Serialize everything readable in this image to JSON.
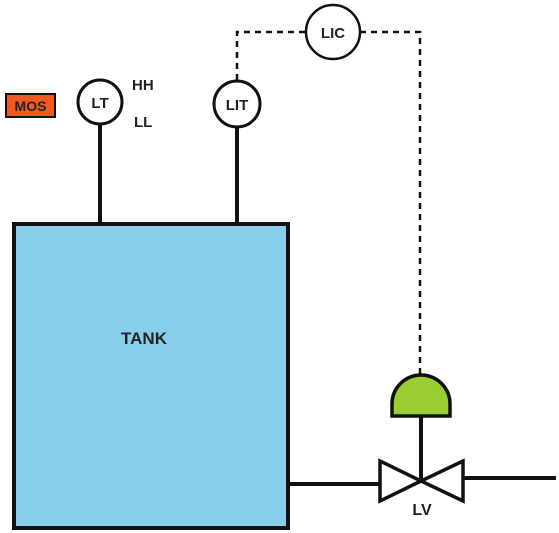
{
  "diagram": {
    "tank_label": "TANK",
    "lt_label": "LT",
    "lit_label": "LIT",
    "lic_label": "LIC",
    "hh_label": "HH",
    "ll_label": "LL",
    "mos_label": "MOS",
    "valve_label": "LV"
  },
  "colors": {
    "tank_fill": "#87CEEB",
    "actuator_fill": "#9ACD32",
    "mos_fill": "#F05A1E",
    "line": "#111111"
  }
}
